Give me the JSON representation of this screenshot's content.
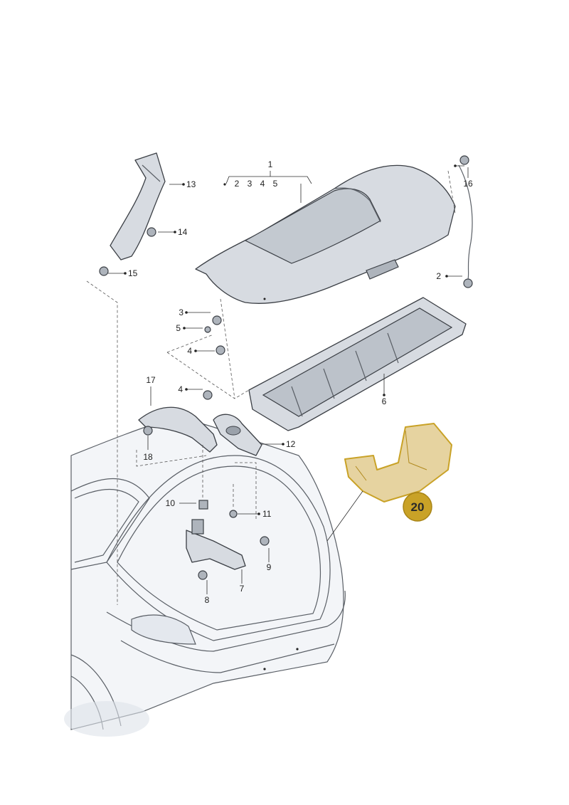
{
  "callouts": {
    "c1": "1",
    "c2_group": "2",
    "c3_group": "3",
    "c4_group": "4",
    "c5_group": "5",
    "c2": "2",
    "c3": "3",
    "c4a": "4",
    "c4b": "4",
    "c5": "5",
    "c6": "6",
    "c7": "7",
    "c8": "8",
    "c9": "9",
    "c10": "10",
    "c11": "11",
    "c12": "12",
    "c13": "13",
    "c14": "14",
    "c15": "15",
    "c16": "16",
    "c17": "17",
    "c18": "18"
  },
  "highlight": {
    "label": "20",
    "color": "#c9a227"
  },
  "colors": {
    "part_fill": "#d7dbe1",
    "highlight_part": "#c9a227",
    "body_tint": "#dde3ea"
  }
}
